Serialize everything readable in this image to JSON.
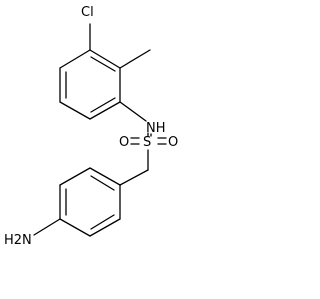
{
  "molecule": {
    "atoms": {
      "chlorine": "Cl",
      "amide_nitrogen": "NH",
      "sulfur": "S",
      "oxygen_left": "O",
      "oxygen_right": "O",
      "amine": "H2N"
    }
  }
}
